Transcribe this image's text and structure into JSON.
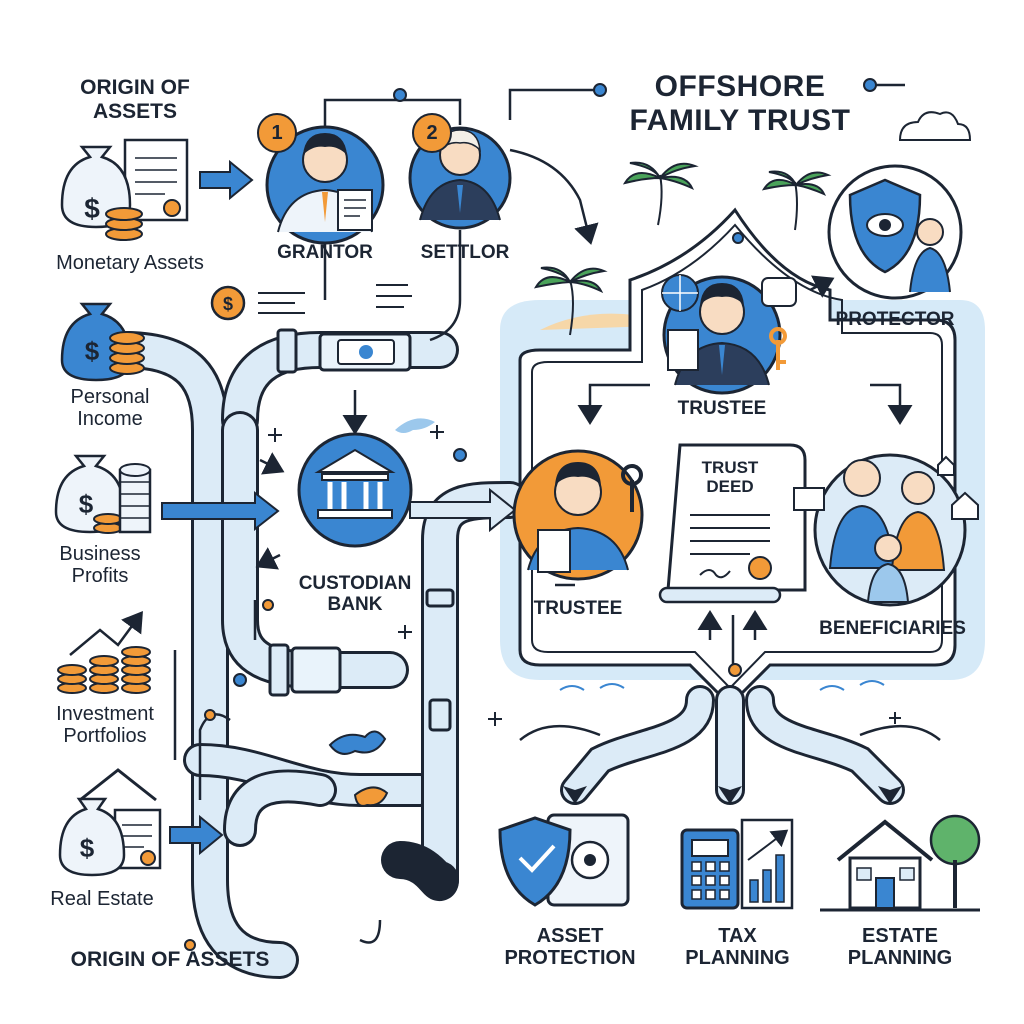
{
  "title": {
    "line1": "OFFSHORE",
    "line2": "FAMILY TRUST"
  },
  "sources_heading": {
    "line1": "ORIGIN OF",
    "line2": "ASSETS"
  },
  "sources_footer": "ORIGIN OF ASSETS",
  "sources": [
    {
      "line1": "Monetary Assets",
      "line2": "",
      "icon": "money-bag-document-icon"
    },
    {
      "line1": "Personal",
      "line2": "Income",
      "icon": "money-bag-coins-icon"
    },
    {
      "line1": "Business",
      "line2": "Profits",
      "icon": "money-bag-coin-stack-icon"
    },
    {
      "line1": "Investment",
      "line2": "Portfolios",
      "icon": "growth-coins-icon"
    },
    {
      "line1": "Real Estate",
      "line2": "",
      "icon": "house-deed-icon"
    }
  ],
  "parties": {
    "grantor": {
      "label": "GRANTOR",
      "step": "1"
    },
    "settlor": {
      "label": "SETTLOR",
      "step": "2"
    },
    "bank": {
      "line1": "CUSTODIAN",
      "line2": "BANK"
    },
    "protector": "PROTECTOR",
    "trustee_top": "TRUSTEE",
    "trustee_left": "TRUSTEE",
    "beneficiaries": "BENEFICIARIES",
    "deed": {
      "line1": "TRUST",
      "line2": "DEED"
    }
  },
  "outcomes": [
    {
      "line1": "ASSET",
      "line2": "PROTECTION",
      "icon": "shield-safe-icon"
    },
    {
      "line1": "TAX",
      "line2": "PLANNING",
      "icon": "calculator-chart-icon"
    },
    {
      "line1": "ESTATE",
      "line2": "PLANNING",
      "icon": "house-tree-icon"
    }
  ],
  "colors": {
    "accent_blue": "#3a86d1",
    "accent_orange": "#f29a38",
    "pipe_fill": "#dcebf7",
    "ink": "#1c2533",
    "sea": "#cfe6f6"
  }
}
